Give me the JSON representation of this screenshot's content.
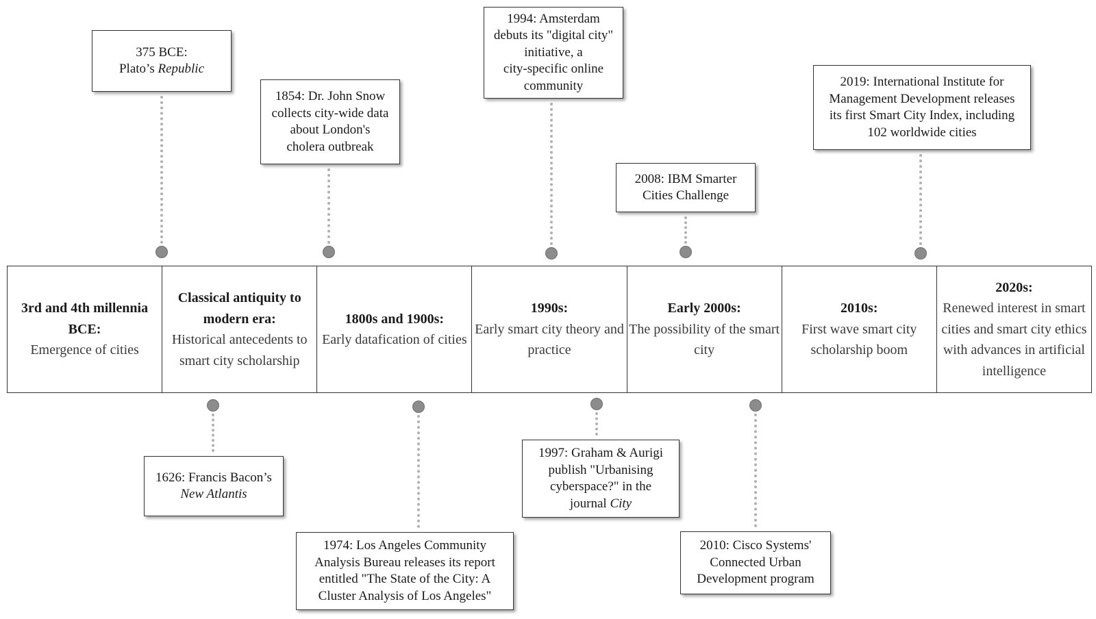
{
  "eras": [
    {
      "title": "3rd and 4th millennia BCE:",
      "desc": "Emergence of cities"
    },
    {
      "title": "Classical antiquity to modern era:",
      "desc": "Historical antecedents to smart city scholarship"
    },
    {
      "title": "1800s and 1900s:",
      "desc": "Early datafication of cities"
    },
    {
      "title": "1990s:",
      "desc": "Early smart city theory and practice"
    },
    {
      "title": "Early 2000s:",
      "desc": "The possibility of the smart city"
    },
    {
      "title": "2010s:",
      "desc": "First wave smart city scholarship boom"
    },
    {
      "title": "2020s:",
      "desc": "Renewed interest in smart cities and smart city ethics with advances in artificial intelligence"
    }
  ],
  "events_above": [
    {
      "lines": [
        [
          {
            "t": "375 BCE:"
          }
        ],
        [
          {
            "t": "Plato’s "
          },
          {
            "t": "Republic",
            "i": true
          }
        ]
      ]
    },
    {
      "lines": [
        [
          {
            "t": "1854: Dr. John Snow"
          }
        ],
        [
          {
            "t": "collects city-wide data"
          }
        ],
        [
          {
            "t": "about London's"
          }
        ],
        [
          {
            "t": "cholera outbreak"
          }
        ]
      ]
    },
    {
      "lines": [
        [
          {
            "t": "1994: Amsterdam"
          }
        ],
        [
          {
            "t": "debuts its \"digital city\""
          }
        ],
        [
          {
            "t": "initiative, a"
          }
        ],
        [
          {
            "t": "city-specific online"
          }
        ],
        [
          {
            "t": "community"
          }
        ]
      ]
    },
    {
      "lines": [
        [
          {
            "t": "2008: IBM Smarter"
          }
        ],
        [
          {
            "t": "Cities Challenge"
          }
        ]
      ]
    },
    {
      "lines": [
        [
          {
            "t": "2019: International Institute for"
          }
        ],
        [
          {
            "t": "Management Development releases"
          }
        ],
        [
          {
            "t": "its first Smart City Index, including"
          }
        ],
        [
          {
            "t": "102 worldwide cities"
          }
        ]
      ]
    }
  ],
  "events_below": [
    {
      "lines": [
        [
          {
            "t": "1626: Francis Bacon’s"
          }
        ],
        [
          {
            "t": "New Atlantis",
            "i": true
          }
        ]
      ]
    },
    {
      "lines": [
        [
          {
            "t": "1974: Los Angeles Community"
          }
        ],
        [
          {
            "t": "Analysis Bureau releases its report"
          }
        ],
        [
          {
            "t": "entitled \"The State of the City: A"
          }
        ],
        [
          {
            "t": "Cluster Analysis of Los Angeles\""
          }
        ]
      ]
    },
    {
      "lines": [
        [
          {
            "t": "1997: Graham & Aurigi"
          }
        ],
        [
          {
            "t": "publish \"Urbanising"
          }
        ],
        [
          {
            "t": "cyberspace?\" in the"
          }
        ],
        [
          {
            "t": "journal "
          },
          {
            "t": "City",
            "i": true
          }
        ]
      ]
    },
    {
      "lines": [
        [
          {
            "t": "2010: Cisco Systems'"
          }
        ],
        [
          {
            "t": "Connected Urban"
          }
        ],
        [
          {
            "t": "Development program"
          }
        ]
      ]
    }
  ]
}
